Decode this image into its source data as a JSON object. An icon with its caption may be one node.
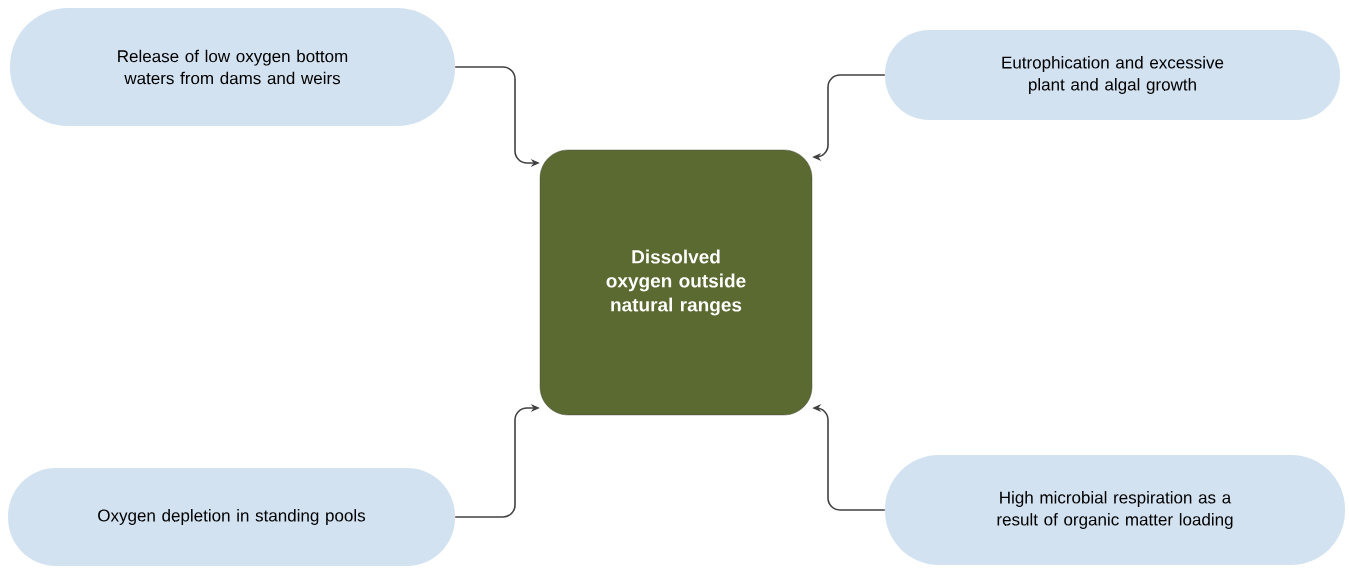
{
  "diagram": {
    "nodes": [
      {
        "text": [
          "Dissolved oxygen outside natural ranges"
        ]
      },
      {
        "text": [
          "Release of low oxygen bottom waters from dams and weirs"
        ]
      },
      {
        "text": [
          "Eutrophication and excessive plant and algal growth"
        ]
      },
      {
        "text": [
          "Oxygen depletion in standing pools"
        ]
      },
      {
        "text": [
          "High microbial respiration as a result of organic matter loading"
        ]
      }
    ],
    "edges": [
      {
        "from": 1,
        "to": 0,
        "arrow": "to"
      },
      {
        "from": 2,
        "to": 0,
        "arrow": "to"
      },
      {
        "from": 3,
        "to": 0,
        "arrow": "to"
      },
      {
        "from": 4,
        "to": 0,
        "arrow": "to"
      }
    ]
  }
}
